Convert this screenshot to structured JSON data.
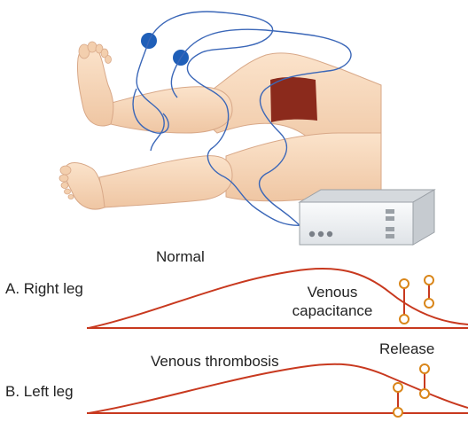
{
  "labels": {
    "normal": "Normal",
    "right_leg": "A. Right leg",
    "left_leg": "B. Left leg",
    "venous_capacitance_line1": "Venous",
    "venous_capacitance_line2": "capacitance",
    "venous_thrombosis": "Venous thrombosis",
    "release": "Release"
  },
  "colors": {
    "skin": "#f6d6b8",
    "skin_shadow": "#e2b08e",
    "cuff": "#8b2a1c",
    "electrode": "#1f5fb8",
    "wire": "#3b67b8",
    "curve": "#c8391f",
    "marker": "#d9861a",
    "device_body": "#eef0f2",
    "device_shadow": "#c8ccd0"
  },
  "icons": {
    "electrode": "blue-disc",
    "device": "plethysmograph-box",
    "marker": "pin-marker"
  }
}
